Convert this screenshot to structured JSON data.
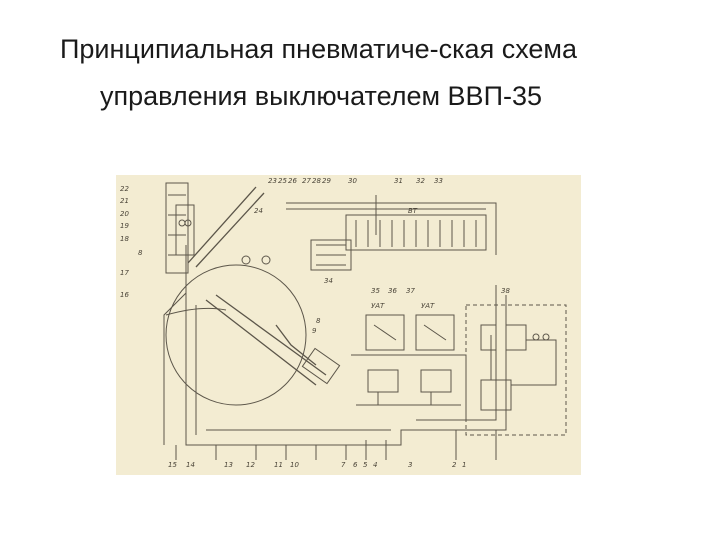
{
  "slide": {
    "title_line1": "Принципиальная пневматиче-ская схема",
    "title_line2": "управления выключателем ВВП-35"
  },
  "diagram": {
    "labels": {
      "n22": "22",
      "n21": "21",
      "n20": "20",
      "n19": "19",
      "n18a": "18",
      "n8": "8",
      "n17": "17",
      "n16": "16",
      "n23": "23",
      "n25": "25",
      "n26": "26",
      "n27": "27",
      "n28": "28",
      "n29": "29",
      "n30": "30",
      "n31": "31",
      "n32": "32",
      "n33": "33",
      "n24": "24",
      "n34": "34",
      "n35": "35",
      "n36": "36",
      "n37": "37",
      "n38": "38",
      "n9": "9",
      "n6": "6",
      "n5": "5",
      "n4": "4",
      "n3": "3",
      "n2": "2",
      "n1": "1",
      "n15": "15",
      "n14": "14",
      "n13": "13",
      "n12": "12",
      "n11": "11",
      "n10": "10",
      "n7": "7",
      "yat1": "УАТ",
      "yat2": "УАТ",
      "gt": "ВТ"
    }
  }
}
